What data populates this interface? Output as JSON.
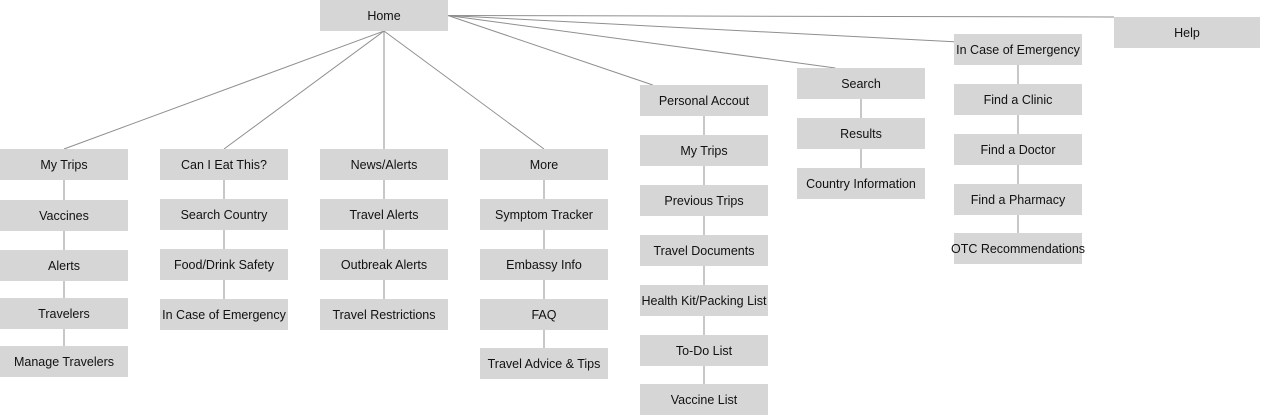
{
  "nodes": {
    "home": "Home",
    "help": "Help",
    "my_trips": "My Trips",
    "vaccines": "Vaccines",
    "alerts": "Alerts",
    "travelers": "Travelers",
    "manage_travelers": "Manage Travelers",
    "can_i_eat": "Can I Eat This?",
    "search_country": "Search Country",
    "food_drink_safety": "Food/Drink Safety",
    "emergency_eat": "In Case of Emergency",
    "news_alerts": "News/Alerts",
    "travel_alerts": "Travel Alerts",
    "outbreak_alerts": "Outbreak Alerts",
    "travel_restrictions": "Travel Restrictions",
    "more": "More",
    "symptom_tracker": "Symptom Tracker",
    "embassy_info": "Embassy Info",
    "faq": "FAQ",
    "travel_advice": "Travel Advice & Tips",
    "personal_account": "Personal Accout",
    "pa_my_trips": "My Trips",
    "previous_trips": "Previous Trips",
    "travel_documents": "Travel Documents",
    "health_kit": "Health Kit/Packing List",
    "todo_list": "To-Do List",
    "vaccine_list": "Vaccine List",
    "search": "Search",
    "results": "Results",
    "country_information": "Country Information",
    "in_case_emergency": "In Case of Emergency",
    "find_clinic": "Find a Clinic",
    "find_doctor": "Find a Doctor",
    "find_pharmacy": "Find a Pharmacy",
    "otc_recommendations": "OTC Recommendations"
  },
  "edges": [
    [
      "home",
      "my_trips"
    ],
    [
      "home",
      "can_i_eat"
    ],
    [
      "home",
      "news_alerts"
    ],
    [
      "home",
      "more"
    ],
    [
      "home",
      "personal_account"
    ],
    [
      "home",
      "search"
    ],
    [
      "home",
      "in_case_emergency"
    ],
    [
      "home",
      "help"
    ],
    [
      "my_trips",
      "vaccines"
    ],
    [
      "vaccines",
      "alerts"
    ],
    [
      "alerts",
      "travelers"
    ],
    [
      "travelers",
      "manage_travelers"
    ],
    [
      "can_i_eat",
      "search_country"
    ],
    [
      "search_country",
      "food_drink_safety"
    ],
    [
      "food_drink_safety",
      "emergency_eat"
    ],
    [
      "news_alerts",
      "travel_alerts"
    ],
    [
      "travel_alerts",
      "outbreak_alerts"
    ],
    [
      "outbreak_alerts",
      "travel_restrictions"
    ],
    [
      "more",
      "symptom_tracker"
    ],
    [
      "symptom_tracker",
      "embassy_info"
    ],
    [
      "embassy_info",
      "faq"
    ],
    [
      "faq",
      "travel_advice"
    ],
    [
      "personal_account",
      "pa_my_trips"
    ],
    [
      "pa_my_trips",
      "previous_trips"
    ],
    [
      "previous_trips",
      "travel_documents"
    ],
    [
      "travel_documents",
      "health_kit"
    ],
    [
      "health_kit",
      "todo_list"
    ],
    [
      "todo_list",
      "vaccine_list"
    ],
    [
      "search",
      "results"
    ],
    [
      "results",
      "country_information"
    ],
    [
      "in_case_emergency",
      "find_clinic"
    ],
    [
      "find_clinic",
      "find_doctor"
    ],
    [
      "find_doctor",
      "find_pharmacy"
    ],
    [
      "find_pharmacy",
      "otc_recommendations"
    ]
  ],
  "colors": {
    "node_fill": "#d6d6d6",
    "connector": "#8f8f8f",
    "text": "#111111"
  }
}
